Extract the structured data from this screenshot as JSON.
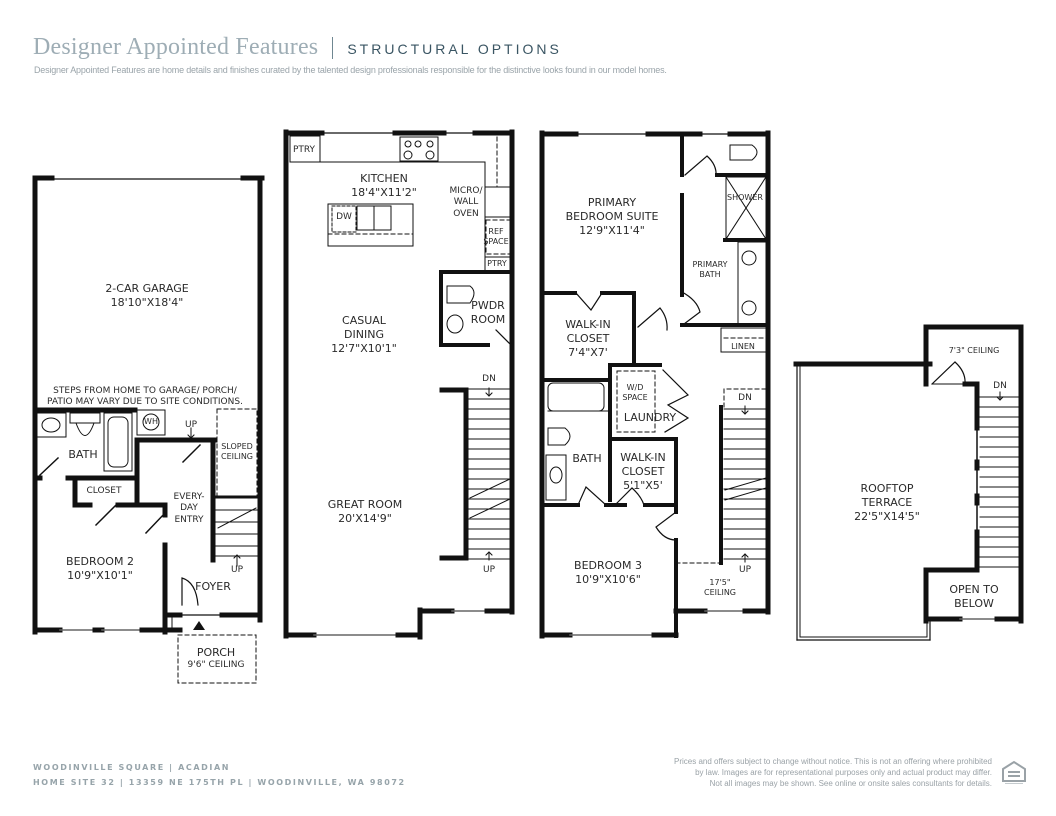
{
  "header": {
    "title": "Designer Appointed Features",
    "subtitle": "STRUCTURAL OPTIONS",
    "description": "Designer Appointed Features are home details and finishes curated by the talented design professionals responsible for the distinctive looks found in our model homes."
  },
  "floor1": {
    "garage": {
      "name": "2-CAR GARAGE",
      "size": "18'10\"X18'4\""
    },
    "note_line1": "STEPS FROM HOME TO GARAGE/ PORCH/",
    "note_line2": "PATIO MAY VARY DUE TO SITE CONDITIONS.",
    "wh": "WH",
    "bath": "BATH",
    "closet": "CLOSET",
    "up1": "UP",
    "sloped_line1": "SLOPED",
    "sloped_line2": "CEILING",
    "entry_line1": "EVERY-",
    "entry_line2": "DAY",
    "entry_line3": "ENTRY",
    "bedroom2": {
      "name": "BEDROOM 2",
      "size": "10'9\"X10'1\""
    },
    "up2": "UP",
    "foyer": "FOYER",
    "porch": {
      "name": "PORCH",
      "ceiling": "9'6\" CEILING"
    }
  },
  "floor2": {
    "ptry1": "PTRY",
    "kitchen": {
      "name": "KITCHEN",
      "size": "18'4\"X11'2\""
    },
    "dw": "DW",
    "micro_line1": "MICRO/",
    "micro_line2": "WALL",
    "micro_line3": "OVEN",
    "ref_line1": "REF",
    "ref_line2": "SPACE",
    "ptry2": "PTRY",
    "pwdr_line1": "PWDR",
    "pwdr_line2": "ROOM",
    "dining": {
      "line1": "CASUAL",
      "line2": "DINING",
      "size": "12'7\"X10'1\""
    },
    "dn": "DN",
    "great_room": {
      "name": "GREAT ROOM",
      "size": "20'X14'9\""
    },
    "up": "UP"
  },
  "floor3": {
    "primary_suite": {
      "line1": "PRIMARY",
      "line2": "BEDROOM SUITE",
      "size": "12'9\"X11'4\""
    },
    "shower": "SHOWER",
    "primary_bath_line1": "PRIMARY",
    "primary_bath_line2": "BATH",
    "wic1": {
      "line1": "WALK-IN",
      "line2": "CLOSET",
      "size": "7'4\"X7'"
    },
    "linen": "LINEN",
    "wd_line1": "W/D",
    "wd_line2": "SPACE",
    "laundry": "LAUNDRY",
    "dn": "DN",
    "bath": "BATH",
    "wic2": {
      "line1": "WALK-IN",
      "line2": "CLOSET",
      "size": "5'1\"X5'"
    },
    "bedroom3": {
      "name": "BEDROOM 3",
      "size": "10'9\"X10'6\""
    },
    "up": "UP",
    "ceiling_line1": "17'5\"",
    "ceiling_line2": "CEILING"
  },
  "floor4": {
    "ceiling": "7'3\" CEILING",
    "dn": "DN",
    "terrace": {
      "line1": "ROOFTOP",
      "line2": "TERRACE",
      "size": "22'5\"X14'5\""
    },
    "open_line1": "OPEN TO",
    "open_line2": "BELOW"
  },
  "footer": {
    "community": "WOODINVILLE SQUARE  |  ACADIAN",
    "address": "HOME SITE 32  |  13359 NE 175TH PL  |  WOODINVILLE, WA 98072",
    "disclaimer_line1": "Prices and offers subject to change without notice. This is not an offering where prohibited",
    "disclaimer_line2": "by law. Images are for representational purposes only and actual product may differ.",
    "disclaimer_line3": "Not all images may be shown. See online or onsite sales consultants for details.",
    "logo": "equal-housing-opportunity"
  },
  "colors": {
    "title": "#9eadb5",
    "subtitle": "#3a5563",
    "wall": "#111111",
    "footer_text": "#97a4aa"
  }
}
